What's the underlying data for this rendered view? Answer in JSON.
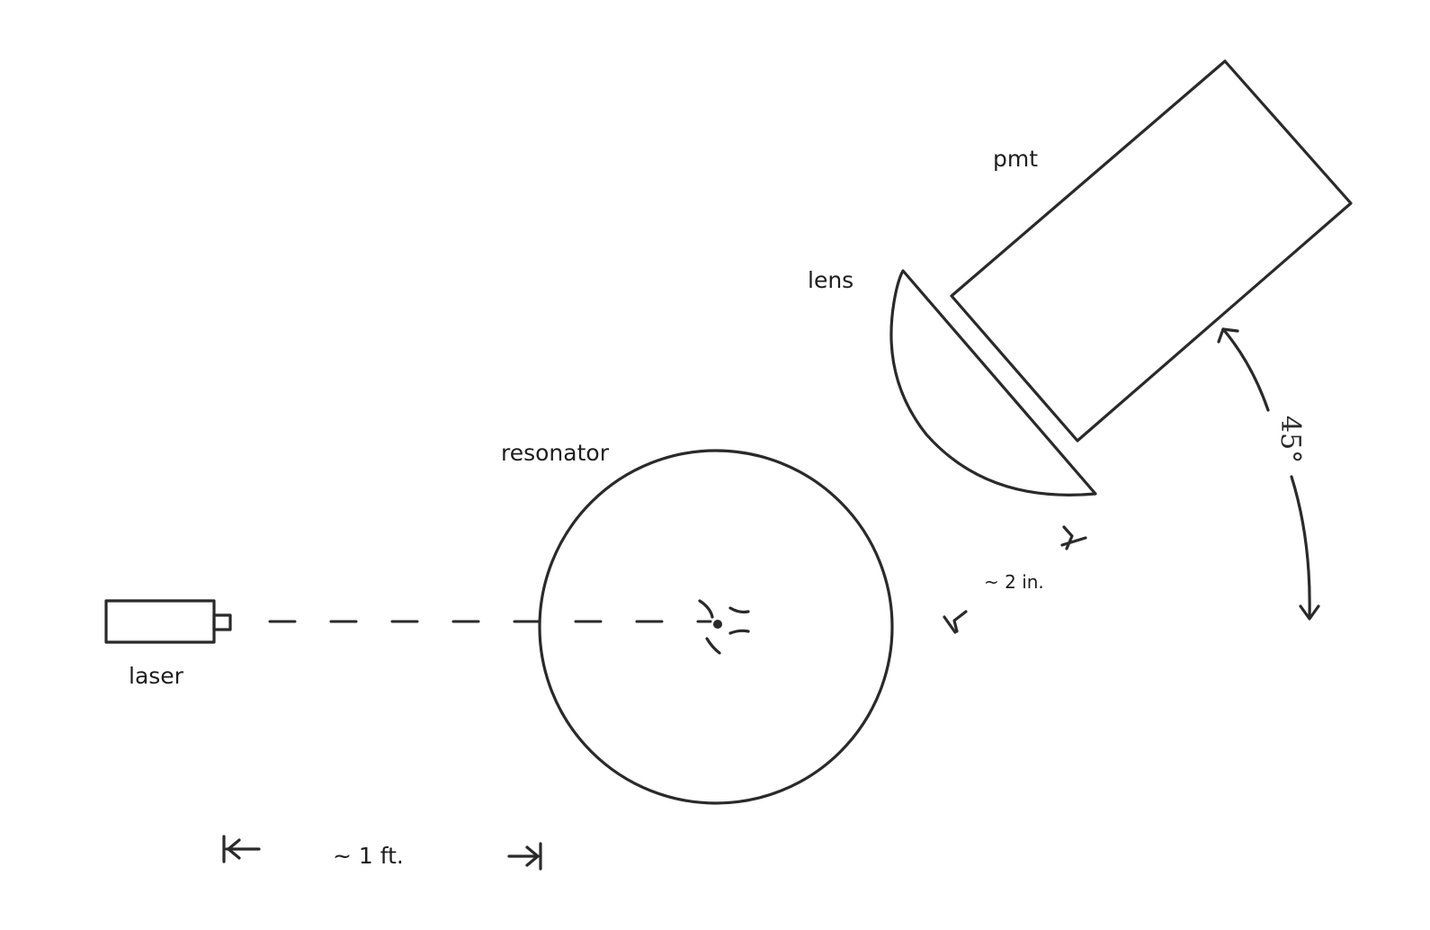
{
  "labels": {
    "laser": "laser",
    "resonator": "resonator",
    "lens": "lens",
    "pmt": "pmt",
    "distance_large": "~ 1 ft.",
    "distance_small": "~ 2 in.",
    "angle": "45°"
  }
}
